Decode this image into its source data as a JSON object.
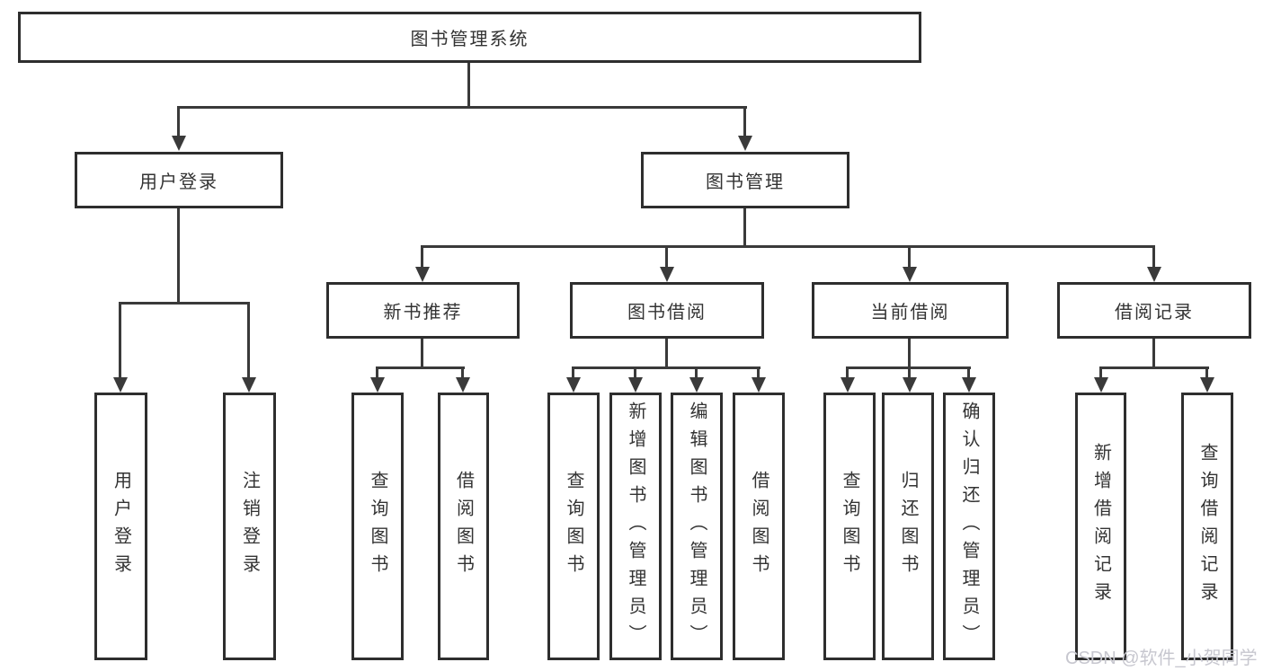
{
  "diagram_type": "hierarchy-tree",
  "colors": {
    "background": "#ffffff",
    "box_border": "#2e2e2e",
    "box_fill": "#ffffff",
    "line": "#3a3a3a",
    "text": "#333333",
    "watermark": "#c7c7cf"
  },
  "tree": {
    "label": "图书管理系统",
    "children": [
      {
        "label": "用户登录",
        "children": [
          {
            "label": "用户登录"
          },
          {
            "label": "注销登录"
          }
        ]
      },
      {
        "label": "图书管理",
        "children": [
          {
            "label": "新书推荐",
            "children": [
              {
                "label": "查询图书"
              },
              {
                "label": "借阅图书"
              }
            ]
          },
          {
            "label": "图书借阅",
            "children": [
              {
                "label": "查询图书"
              },
              {
                "label": "新增图书（管理员）"
              },
              {
                "label": "编辑图书（管理员）"
              },
              {
                "label": "借阅图书"
              }
            ]
          },
          {
            "label": "当前借阅",
            "children": [
              {
                "label": "查询图书"
              },
              {
                "label": "归还图书"
              },
              {
                "label": "确认归还（管理员）"
              }
            ]
          },
          {
            "label": "借阅记录",
            "children": [
              {
                "label": "新增借阅记录"
              },
              {
                "label": "查询借阅记录"
              }
            ]
          }
        ]
      }
    ]
  },
  "watermark": {
    "text": "CSDN @软件_小贺同学"
  }
}
